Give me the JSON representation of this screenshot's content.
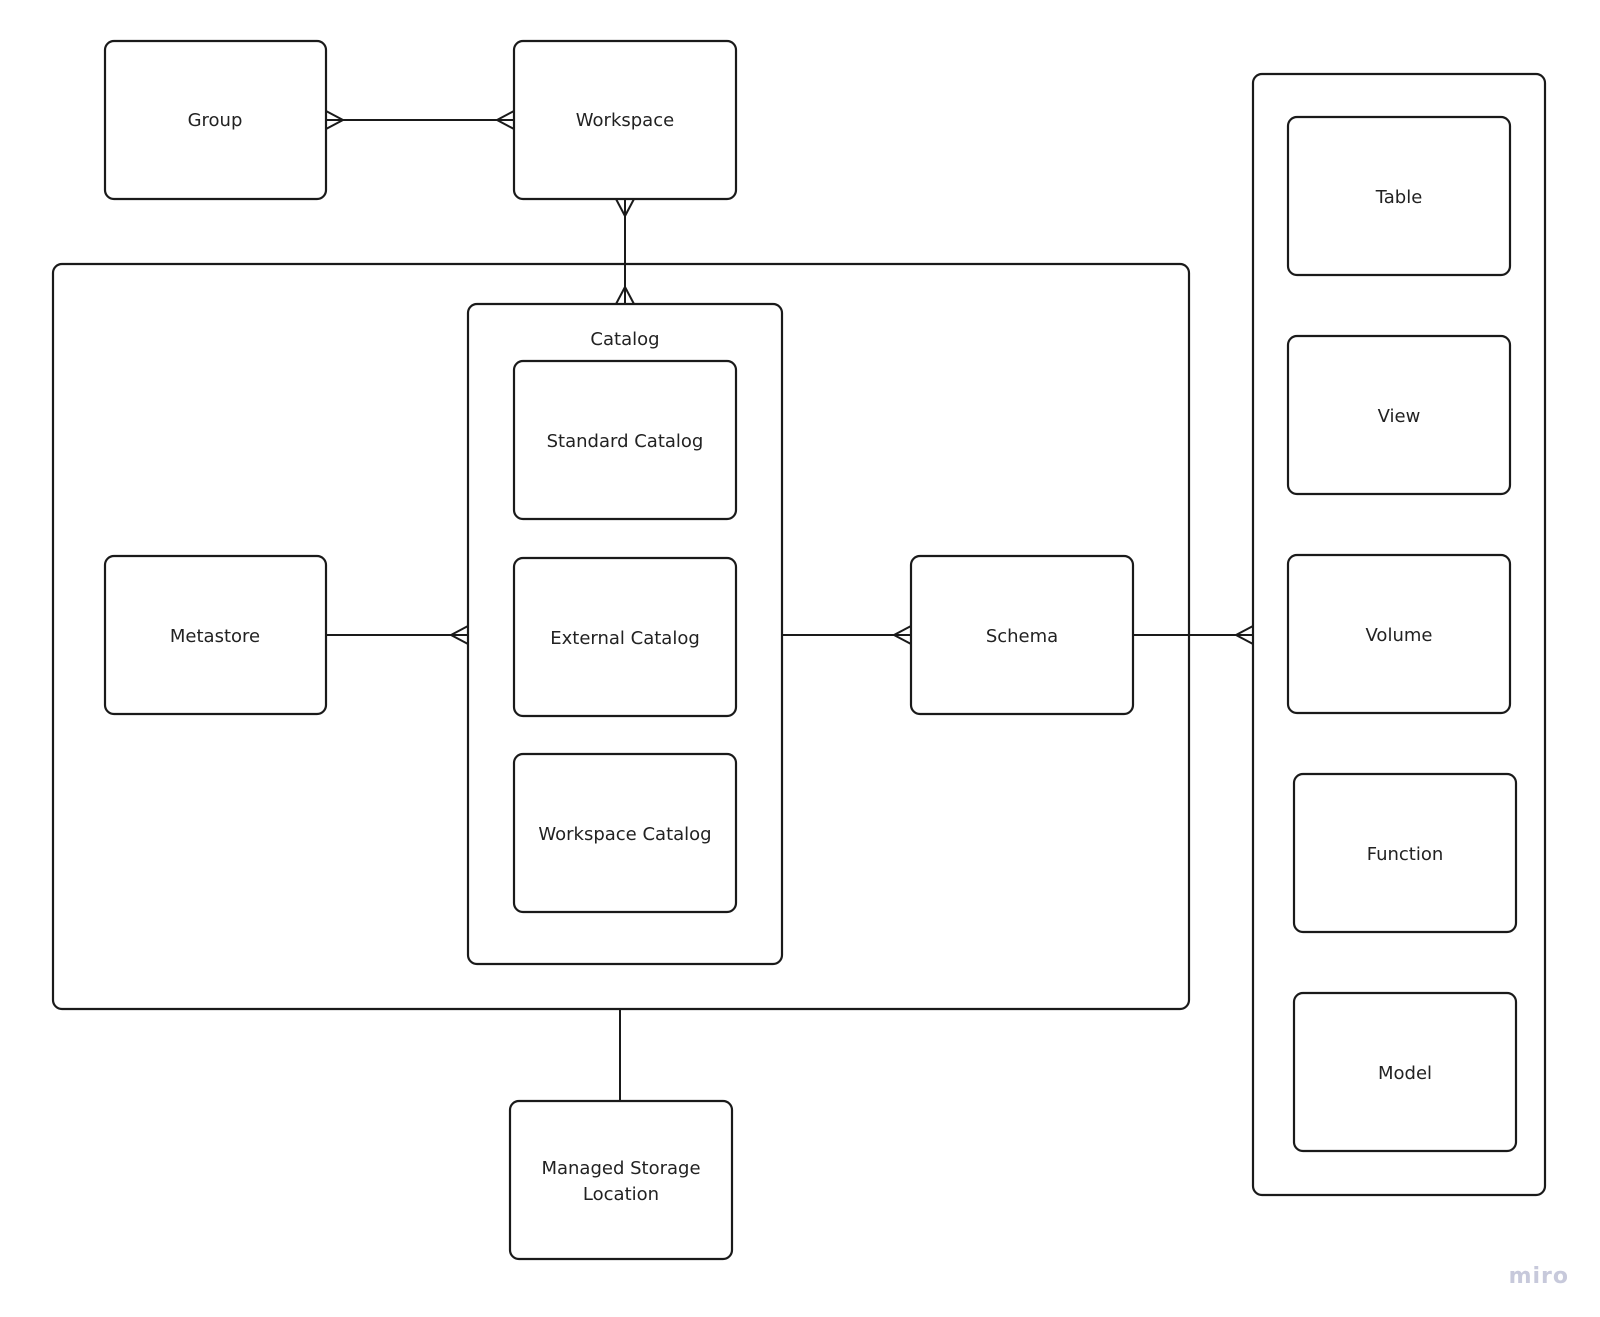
{
  "diagram": {
    "group": "Group",
    "workspace": "Workspace",
    "catalog_container": "Catalog",
    "standard_catalog": "Standard Catalog",
    "external_catalog": "External Catalog",
    "workspace_catalog": "Workspace Catalog",
    "metastore": "Metastore",
    "schema": "Schema",
    "managed_storage_line1": "Managed Storage",
    "managed_storage_line2": "Location",
    "objects": {
      "table": "Table",
      "view": "View",
      "volume": "Volume",
      "function": "Function",
      "model": "Model"
    }
  },
  "watermark": "miro",
  "colors": {
    "stroke": "#1a1a1a",
    "text": "#222222",
    "watermark": "#c7c9db",
    "background": "#ffffff"
  }
}
